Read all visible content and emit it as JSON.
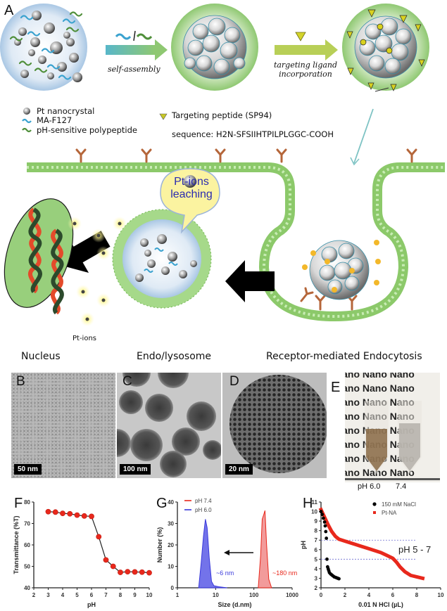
{
  "panels": {
    "A": {
      "letter": "A",
      "arrow1_label": "self-assembly",
      "arrow2_label_line1": "targeting ligand",
      "arrow2_label_line2": "incorporation",
      "legend": [
        {
          "icon": "sphere-icon",
          "label": "Pt nanocrystal"
        },
        {
          "icon": "blue-wave-icon",
          "label": "MA-F127"
        },
        {
          "icon": "green-wave-icon",
          "label": "pH-sensitive polypeptide"
        }
      ],
      "targeting_peptide_label": "Targeting peptide (SP94)",
      "sequence_label": "sequence: H2N-SFSIIHTPILPLGGC-COOH",
      "bubble_line1": "Pt-ions",
      "bubble_line2": "leaching",
      "pt_ions_label": "Pt-ions",
      "stage_labels": [
        "Nucleus",
        "Endo/lysosome",
        "Receptor-mediated Endocytosis"
      ]
    },
    "B": {
      "letter": "B",
      "scale": "50 nm"
    },
    "C": {
      "letter": "C",
      "scale": "100 nm"
    },
    "D": {
      "letter": "D",
      "scale": "20 nm"
    },
    "E": {
      "letter": "E",
      "word": "Nano",
      "vial_labels": [
        "pH 6.0",
        "7.4"
      ]
    },
    "F": {
      "letter": "F"
    },
    "G": {
      "letter": "G",
      "annot_small": "~6 nm",
      "annot_large": "~180 nm"
    },
    "H": {
      "letter": "H",
      "annot": "pH 5 - 7"
    }
  },
  "colors": {
    "membrane_green": "#8cc96a",
    "receptor_brown": "#b5663a",
    "series_red": "#e8281c",
    "series_blue": "#3a3adb",
    "bubble_yellow": "#fbf3a0",
    "bubble_text": "#2b2bb0"
  },
  "chart_data": [
    {
      "panel": "F",
      "type": "line",
      "title": "",
      "xlabel": "pH",
      "ylabel": "Transmittance (%T)",
      "xlim": [
        2,
        10
      ],
      "ylim": [
        40,
        80
      ],
      "xticks": [
        2,
        3,
        4,
        5,
        6,
        7,
        8,
        9,
        10
      ],
      "yticks": [
        40,
        50,
        60,
        70,
        80
      ],
      "x": [
        3,
        3.5,
        4,
        4.5,
        5,
        5.5,
        6,
        6.5,
        7,
        7.5,
        8,
        8.5,
        9,
        9.5,
        10
      ],
      "values": [
        75.5,
        75.3,
        74.7,
        74.5,
        73.9,
        73.5,
        73.3,
        63.8,
        53.0,
        50.0,
        47.2,
        47.5,
        47.4,
        47.3,
        47.0
      ],
      "marker": "circle",
      "grid": false
    },
    {
      "panel": "G",
      "type": "area",
      "xlabel": "Size (d.nm)",
      "ylabel": "Number (%)",
      "xscale": "log",
      "xlim": [
        1,
        1000
      ],
      "ylim": [
        0,
        40
      ],
      "xticks": [
        1,
        10,
        100,
        1000
      ],
      "yticks": [
        0,
        10,
        20,
        30,
        40
      ],
      "legend_position": "upper-left",
      "series": [
        {
          "name": "pH 7.4",
          "color": "#e8281c",
          "x": [
            130,
            150,
            165,
            180,
            195,
            215,
            245,
            290
          ],
          "values": [
            0,
            15,
            32,
            34,
            36,
            20,
            4,
            0
          ]
        },
        {
          "name": "pH 6.0",
          "color": "#3a3adb",
          "x": [
            3.6,
            4.2,
            4.8,
            5.4,
            6.0,
            6.8,
            7.8,
            9,
            12,
            20
          ],
          "values": [
            0,
            12,
            24,
            32,
            28,
            14,
            3,
            1,
            0.5,
            0
          ]
        }
      ],
      "annotations": [
        "~6 nm",
        "~180 nm",
        "arrow from ~180 nm peak toward ~6 nm peak"
      ]
    },
    {
      "panel": "H",
      "type": "scatter",
      "xlabel": "0.01 N  HCl (µL)",
      "ylabel": "pH",
      "xlim": [
        0,
        10
      ],
      "ylim": [
        2,
        11
      ],
      "xticks": [
        0,
        2,
        4,
        6,
        8,
        10
      ],
      "yticks": [
        2,
        3,
        4,
        5,
        6,
        7,
        8,
        9,
        10,
        11
      ],
      "legend_position": "upper-right",
      "reference_lines": [
        7,
        5
      ],
      "series": [
        {
          "name": "150 mM NaCl",
          "color": "#000000",
          "marker": "circle",
          "x": [
            0,
            0.1,
            0.2,
            0.3,
            0.35,
            0.4,
            0.45,
            0.5,
            0.55,
            0.6,
            0.65,
            0.7,
            0.8,
            0.9,
            1.0,
            1.1,
            1.2,
            1.3,
            1.4,
            1.5
          ],
          "values": [
            10.0,
            9.7,
            9.3,
            8.9,
            8.5,
            7.9,
            7.2,
            5.0,
            4.2,
            4.0,
            3.8,
            3.6,
            3.45,
            3.35,
            3.25,
            3.15,
            3.1,
            3.05,
            3.0,
            2.95
          ]
        },
        {
          "name": "Pt-NA",
          "color": "#e8281c",
          "marker": "square",
          "x": [
            0,
            0.3,
            0.6,
            0.9,
            1.2,
            1.5,
            2,
            3,
            4,
            5,
            5.5,
            6,
            6.3,
            6.6,
            7,
            7.5,
            8,
            8.5
          ],
          "values": [
            10.2,
            9.4,
            8.6,
            7.9,
            7.4,
            7.1,
            6.9,
            6.5,
            6.1,
            5.7,
            5.4,
            5.1,
            4.7,
            4.2,
            3.7,
            3.3,
            3.15,
            3.0
          ]
        }
      ],
      "annotations": [
        "pH 5 - 7"
      ]
    }
  ]
}
